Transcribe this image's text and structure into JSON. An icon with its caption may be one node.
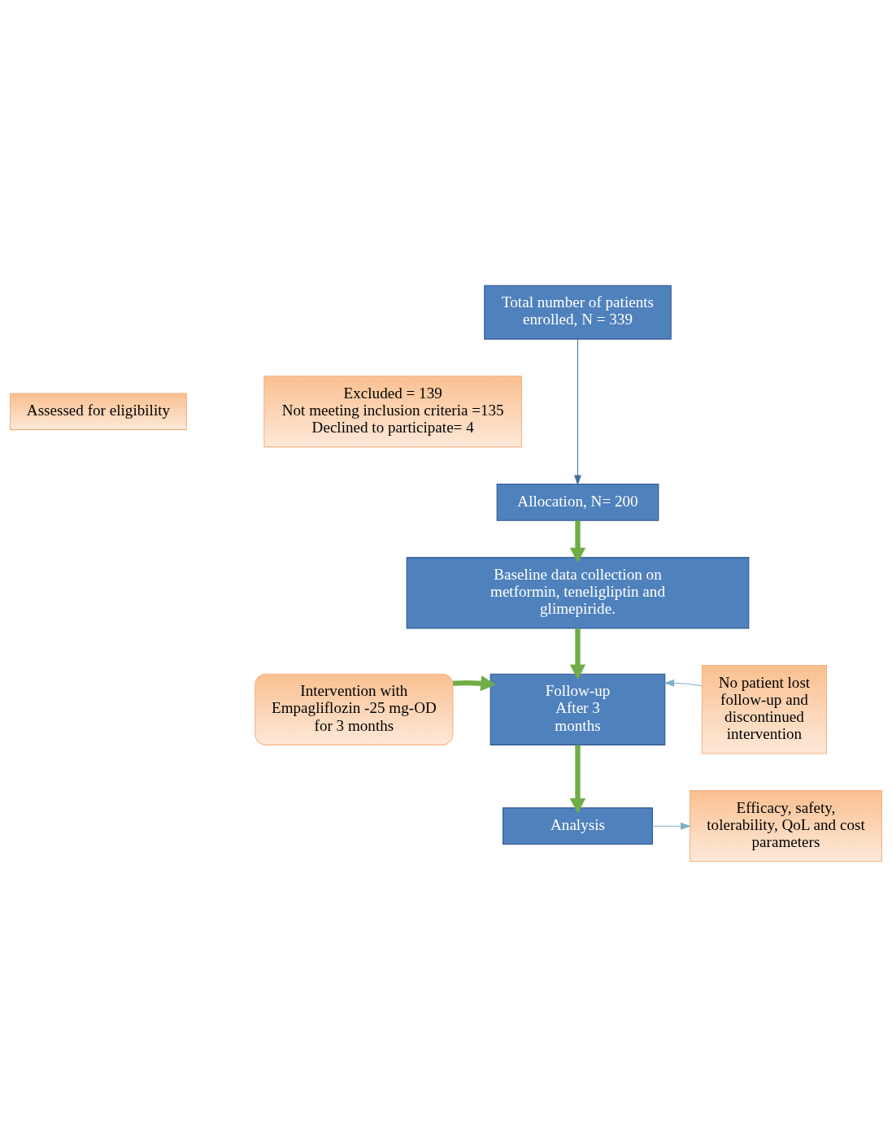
{
  "diagram": {
    "nodes": [
      {
        "text": [
          "Total number of patients enrolled, N = 339"
        ]
      },
      {
        "text": [
          "Assessed for eligibility"
        ]
      },
      {
        "text": [
          "Excluded = 139",
          "Not meeting inclusion criteria =135",
          "Declined to participate= 4"
        ]
      },
      {
        "text": [
          "Allocation, N= 200"
        ]
      },
      {
        "text": [
          "Baseline data collection on metformin, teneligliptin and glimepiride."
        ]
      },
      {
        "text": [
          "Intervention with Empagliflozin -25 mg-OD for 3 months"
        ]
      },
      {
        "text": [
          "Follow-up After 3 months"
        ]
      },
      {
        "text": [
          "No patient lost follow-up and discontinued intervention"
        ]
      },
      {
        "text": [
          "Analysis"
        ]
      },
      {
        "text": [
          "Efficacy, safety, tolerability, QoL and cost parameters"
        ]
      }
    ],
    "edges": [
      {
        "from": 0,
        "to": 3,
        "arrow": "to",
        "color": "#41719c"
      },
      {
        "from": 3,
        "to": 4,
        "arrow": "to"
      },
      {
        "from": 4,
        "to": 6,
        "arrow": "to"
      },
      {
        "from": 5,
        "to": 6,
        "arrow": "to"
      },
      {
        "from": 7,
        "to": 6,
        "arrow": "to",
        "color": "#7fb2c8"
      },
      {
        "from": 6,
        "to": 8,
        "arrow": "to"
      },
      {
        "from": 8,
        "to": 9,
        "arrow": "to",
        "color": "#7fb2c8"
      }
    ]
  }
}
